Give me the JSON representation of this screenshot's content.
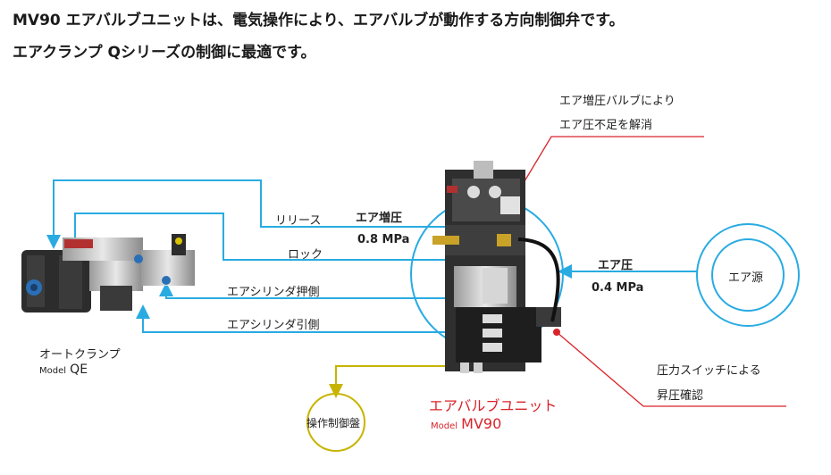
{
  "heading": {
    "line1": "MV90 エアバルブユニットは、電気操作により、エアバルブが動作する方向制御弁です。",
    "line2": "エアクランプ Qシリーズの制御に最適です。"
  },
  "lines": {
    "release": "リリース",
    "lock": "ロック",
    "cyl_push": "エアシリンダ押側",
    "cyl_pull": "エアシリンダ引側"
  },
  "boost": {
    "label": "エア増圧",
    "value": "0.8 MPa"
  },
  "supply": {
    "label": "エア圧",
    "value": "0.4 MPa",
    "source": "エア源"
  },
  "clamp": {
    "name": "オートクランプ",
    "model_prefix": "Model",
    "model": "QE"
  },
  "unit": {
    "name": "エアバルブユニット",
    "model_prefix": "Model",
    "model": "MV90"
  },
  "callouts": {
    "booster_line1": "エア増圧バルブにより",
    "booster_line2": "エア圧不足を解消",
    "switch_line1": "圧力スイッチによる",
    "switch_line2": "昇圧確認"
  },
  "panel": "操作制御盤",
  "colors": {
    "cyan": "#29abe2",
    "red": "#d9232a",
    "olive": "#c8b400"
  }
}
